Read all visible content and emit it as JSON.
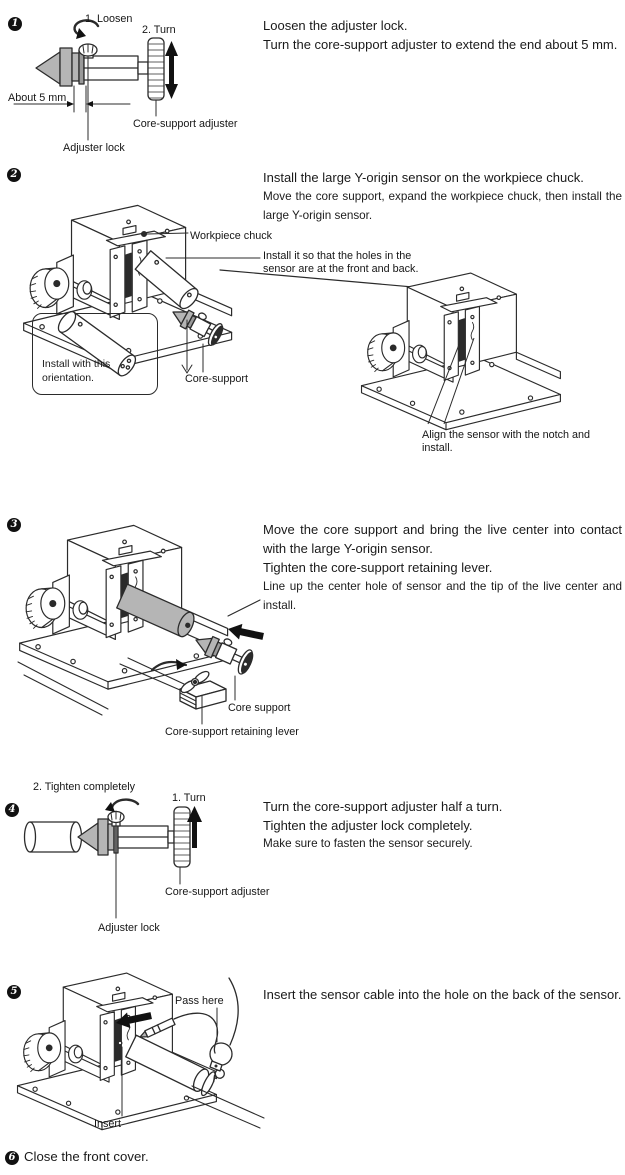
{
  "doc": {
    "background": "#ffffff",
    "text_color": "#1a1a1a",
    "line_color": "#2b2b2b",
    "gray_fill": "#b5b5b5"
  },
  "steps": {
    "s1": {
      "number": "1",
      "main": [
        "Loosen the adjuster lock.",
        "Turn the core-support adjuster to extend the end about 5 mm."
      ],
      "labels": {
        "loosen": "1. Loosen",
        "turn": "2. Turn",
        "about": "About 5 mm",
        "adjuster": "Core-support adjuster",
        "lock": "Adjuster lock"
      }
    },
    "s2": {
      "number": "2",
      "main": "Install the large Y-origin sensor on the workpiece chuck.",
      "sub": "Move the core support, expand the workpiece chuck, then install the large Y-origin sensor.",
      "labels": {
        "chuck": "Workpiece chuck",
        "holes": "Install it so that the holes in the sensor are at the front and back.",
        "orientation": "Install with this orientation.",
        "core_support": "Core-support",
        "align": "Align the sensor with the notch and install."
      }
    },
    "s3": {
      "number": "3",
      "main": [
        "Move the core support and bring the live center into contact with the large Y-origin sensor.",
        "Tighten the core-support retaining lever."
      ],
      "sub": "Line up the center hole of sensor and the tip of the live center and install.",
      "labels": {
        "core_support": "Core support",
        "lever": "Core-support retaining lever"
      }
    },
    "s4": {
      "number": "4",
      "main": [
        "Turn the core-support adjuster half a turn.",
        "Tighten the adjuster lock completely."
      ],
      "sub": "Make sure to fasten the sensor securely.",
      "labels": {
        "tighten": "2. Tighten completely",
        "turn": "1. Turn",
        "adjuster": "Core-support adjuster",
        "lock": "Adjuster lock"
      }
    },
    "s5": {
      "number": "5",
      "main": "Insert the sensor cable into the hole on the back of the sensor.",
      "labels": {
        "pass": "Pass here",
        "insert": "Insert"
      }
    },
    "s6": {
      "number": "6",
      "text": "Close the front cover."
    }
  }
}
